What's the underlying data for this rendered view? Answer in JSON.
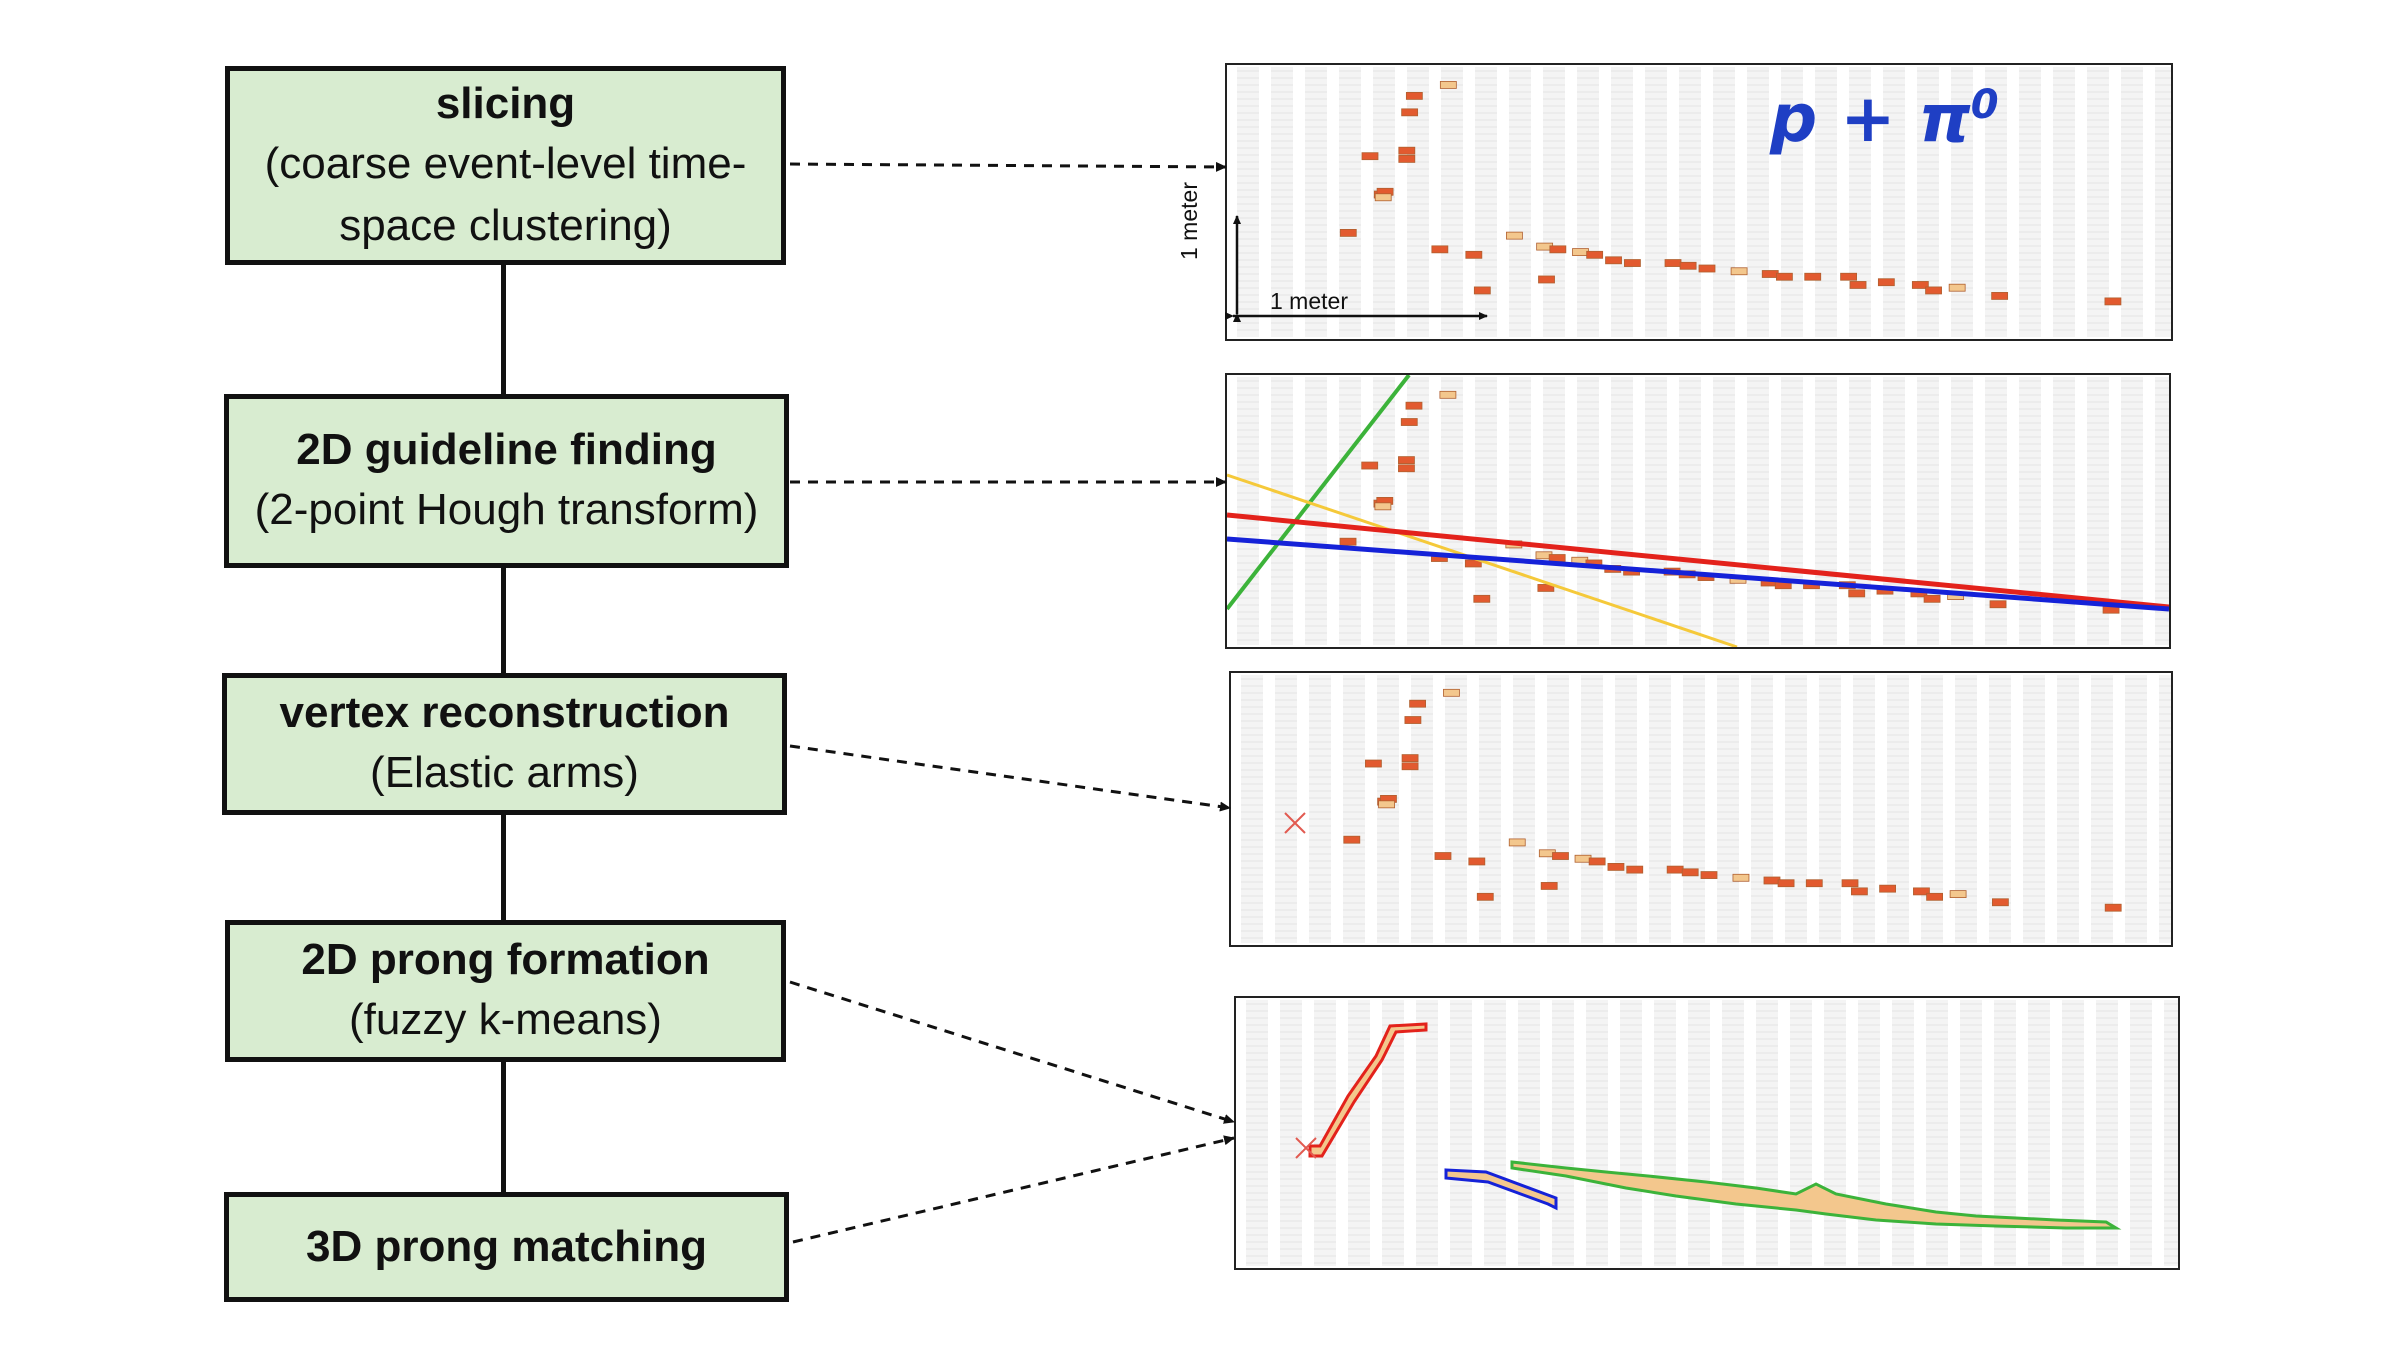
{
  "steps": [
    {
      "id": "slicing",
      "title": "slicing",
      "subtitle_lines": [
        "(coarse event-level time-",
        "space clustering)"
      ]
    },
    {
      "id": "guideline",
      "title": "2D guideline finding",
      "subtitle_lines": [
        "(2-point Hough transform)"
      ]
    },
    {
      "id": "vertex",
      "title": "vertex reconstruction",
      "subtitle_lines": [
        "(Elastic arms)"
      ]
    },
    {
      "id": "prong",
      "title": "2D prong formation",
      "subtitle_lines": [
        "(fuzzy k-means)"
      ]
    },
    {
      "id": "matching",
      "title": "3D prong matching",
      "subtitle_lines": []
    }
  ],
  "event_label": {
    "main": "p + π",
    "superscript": "0"
  },
  "scale": {
    "vertical": "1 meter",
    "horizontal": "1 meter"
  },
  "colors": {
    "box_fill": "#d8ecd0",
    "box_border": "#111111",
    "hit_light": "#f3c78d",
    "hit_dark": "#e25a2f",
    "line_red": "#e3221b",
    "line_blue": "#1522d8",
    "line_green": "#3cb33a",
    "line_yellow": "#f5c93a",
    "label_blue": "#1f3fc4"
  },
  "panels": [
    {
      "id": "slicing",
      "name": "event-display-slicing"
    },
    {
      "id": "guideline",
      "name": "event-display-hough-lines",
      "lines": [
        "green",
        "yellow",
        "red",
        "blue"
      ]
    },
    {
      "id": "vertex",
      "name": "event-display-vertex",
      "markers": [
        "vertex-x"
      ]
    },
    {
      "id": "prong",
      "name": "event-display-prongs",
      "prongs": [
        "red",
        "blue",
        "green"
      ],
      "markers": [
        "vertex-x"
      ]
    }
  ]
}
